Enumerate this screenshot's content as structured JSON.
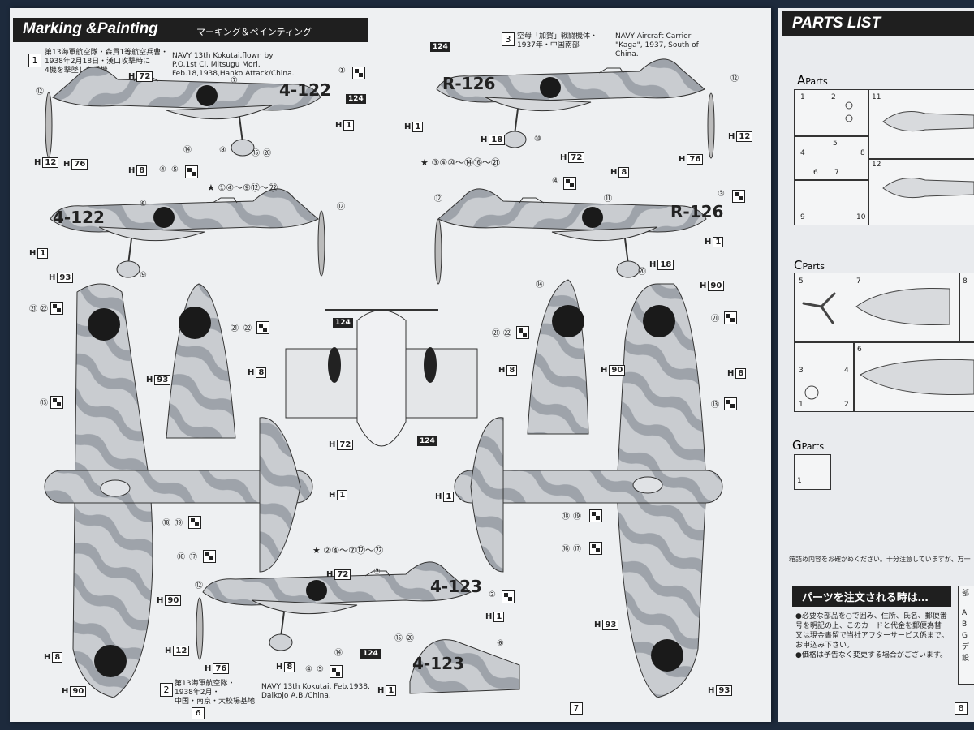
{
  "header": {
    "title": "Marking &Painting",
    "subtitle": "マーキング＆ペインティング"
  },
  "schemes": [
    {
      "num": "1",
      "jp": "第13海軍航空隊・森貫1等航空兵曹・\n1938年2月18日・漢口攻撃時に\n4機を撃墜した乗機",
      "en": "NAVY 13th Kokutai,flown by\nP.O.1st Cl. Mitsugu Mori,\nFeb.18,1938,Hanko Attack/China.",
      "code": "4-122"
    },
    {
      "num": "2",
      "jp": "第13海軍航空隊・\n1938年2月・\n中国・南京・大校場基地",
      "en": "NAVY 13th Kokutai, Feb.1938,\nDaikojo A.B./China.",
      "code": "4-123"
    },
    {
      "num": "3",
      "jp": "空母「加賀」戦闘機体・\n1937年・中国南部",
      "en": "NAVY Aircraft Carrier\n\"Kaga\", 1937, South of\nChina.",
      "code": "R-126"
    }
  ],
  "decal_sequences": {
    "s1": "①④～⑨⑫～㉒",
    "s2": "②④～⑦⑫～㉒",
    "s3": "③④⑩～⑭⑯～㉑"
  },
  "callouts": [
    "①",
    "②",
    "③",
    "④",
    "⑤",
    "⑥",
    "⑦",
    "⑧",
    "⑨",
    "⑩",
    "⑪",
    "⑫",
    "⑬",
    "⑭",
    "⑮",
    "⑯",
    "⑰",
    "⑱",
    "⑲",
    "⑳",
    "㉑",
    "㉒"
  ],
  "paint_codes": {
    "H72": "72",
    "H76": "76",
    "H8": "8",
    "H12": "12",
    "H1": "1",
    "H93": "93",
    "H90": "90",
    "H18": "18",
    "H": "H"
  },
  "black_tags": {
    "t124": "124"
  },
  "pages": {
    "left": "6",
    "mid": "7",
    "right": "8"
  },
  "parts_list": {
    "title": "PARTS LIST",
    "sections": [
      {
        "letter": "A",
        "label": "Parts"
      },
      {
        "letter": "C",
        "label": "Parts"
      },
      {
        "letter": "G",
        "label": "Parts"
      }
    ],
    "a_nums": [
      "1",
      "2",
      "11",
      "4",
      "5",
      "8",
      "6",
      "7",
      "12",
      "9",
      "10"
    ],
    "c_nums": [
      "5",
      "7",
      "8",
      "3",
      "4",
      "6",
      "1",
      "2"
    ],
    "g_nums": [
      "1"
    ],
    "note": "箱詰め内容をお確かめください。十分注意していますが、万一",
    "order_title": "パーツを注文される時は…",
    "order_lines": [
      "●必要な部品を○で囲み、住所、氏名、郵便番",
      "号を明記の上、このカードと代金を郵便為替",
      "又は現金書留で当社アフターサービス係まで。",
      "お申込み下さい。",
      "●価格は予告なく変更する場合がございます。"
    ],
    "side_chars": [
      "部",
      "A",
      "B",
      "G",
      "デ",
      "設"
    ]
  },
  "colors": {
    "camo_light": "#c9ccd0",
    "camo_dark": "#9a9fa6",
    "hinomaru": "#1a1a1a",
    "ink": "#222222",
    "paper": "#eef0f2"
  }
}
